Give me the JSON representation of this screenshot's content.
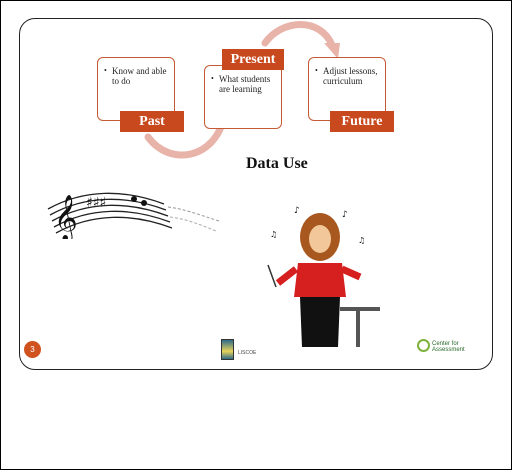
{
  "slide": {
    "title": "Data Use",
    "page_number": "3",
    "footer_text": "LISCOE",
    "logo_text_line1": "Center for",
    "logo_text_line2": "Assessment"
  },
  "cycle": [
    {
      "label": "Past",
      "bullet": "•",
      "text": "Know and able to do"
    },
    {
      "label": "Present",
      "bullet": "•",
      "text": "What students are learning"
    },
    {
      "label": "Future",
      "bullet": "•",
      "text": "Adjust lessons, curriculum"
    }
  ],
  "colors": {
    "accent": "#c9491e",
    "arrow": "#e8b3a8"
  }
}
